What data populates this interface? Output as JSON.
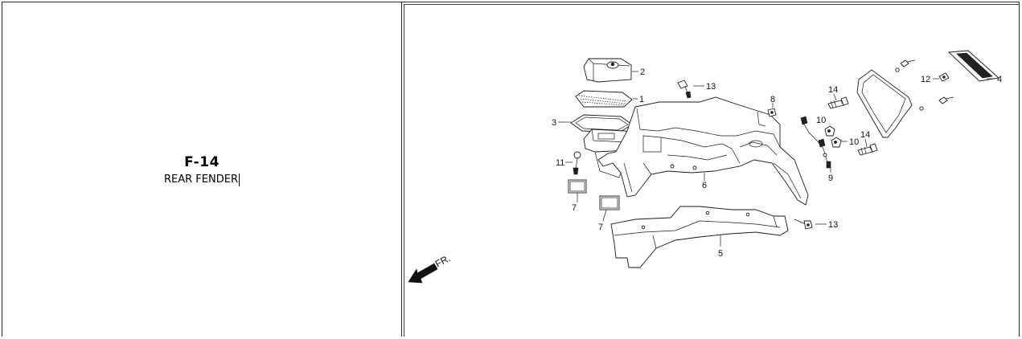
{
  "section": {
    "code": "F-14",
    "title": "REAR FENDER"
  },
  "direction_label": "FR.",
  "callouts": [
    "1",
    "2",
    "3",
    "4",
    "5",
    "6",
    "7",
    "7",
    "8",
    "9",
    "10",
    "10",
    "11",
    "12",
    "13",
    "13",
    "14",
    "14"
  ]
}
